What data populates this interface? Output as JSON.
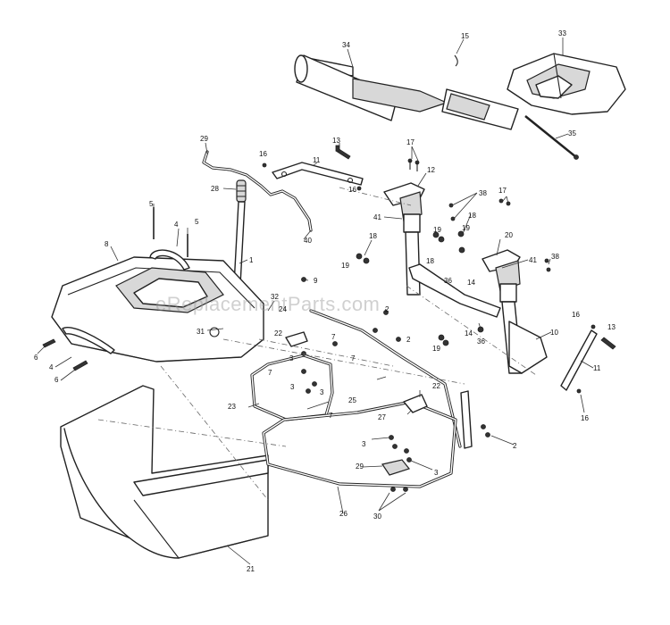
{
  "watermark": "eReplacementParts.com",
  "callouts": [
    {
      "id": "c34",
      "label": "34"
    },
    {
      "id": "c15",
      "label": "15"
    },
    {
      "id": "c33",
      "label": "33"
    },
    {
      "id": "c35",
      "label": "35"
    },
    {
      "id": "c29",
      "label": "29"
    },
    {
      "id": "c13a",
      "label": "13"
    },
    {
      "id": "c16a",
      "label": "16"
    },
    {
      "id": "c11a",
      "label": "11"
    },
    {
      "id": "c16b",
      "label": "16"
    },
    {
      "id": "c17a",
      "label": "17"
    },
    {
      "id": "c12",
      "label": "12"
    },
    {
      "id": "c38a",
      "label": "38"
    },
    {
      "id": "c28",
      "label": "28"
    },
    {
      "id": "c41a",
      "label": "41"
    },
    {
      "id": "c17b",
      "label": "17"
    },
    {
      "id": "c18a",
      "label": "18"
    },
    {
      "id": "c19a",
      "label": "19"
    },
    {
      "id": "c19b",
      "label": "19"
    },
    {
      "id": "c18b",
      "label": "18"
    },
    {
      "id": "c20",
      "label": "20"
    },
    {
      "id": "c40",
      "label": "40"
    },
    {
      "id": "c5a",
      "label": "5"
    },
    {
      "id": "c4a",
      "label": "4"
    },
    {
      "id": "c5b",
      "label": "5"
    },
    {
      "id": "c18c",
      "label": "18"
    },
    {
      "id": "c19c",
      "label": "19"
    },
    {
      "id": "c41b",
      "label": "41"
    },
    {
      "id": "c38b",
      "label": "38"
    },
    {
      "id": "c8",
      "label": "8"
    },
    {
      "id": "c1",
      "label": "1"
    },
    {
      "id": "c9",
      "label": "9"
    },
    {
      "id": "c36a",
      "label": "36"
    },
    {
      "id": "c14a",
      "label": "14"
    },
    {
      "id": "c32",
      "label": "32"
    },
    {
      "id": "c24",
      "label": "24"
    },
    {
      "id": "c2a",
      "label": "2"
    },
    {
      "id": "c31",
      "label": "31"
    },
    {
      "id": "c22a",
      "label": "22"
    },
    {
      "id": "c7a",
      "label": "7"
    },
    {
      "id": "c16c",
      "label": "16"
    },
    {
      "id": "c13b",
      "label": "13"
    },
    {
      "id": "c6a",
      "label": "6"
    },
    {
      "id": "c4b",
      "label": "4"
    },
    {
      "id": "c6b",
      "label": "6"
    },
    {
      "id": "c3a",
      "label": "3"
    },
    {
      "id": "c2b",
      "label": "2"
    },
    {
      "id": "c19d",
      "label": "19"
    },
    {
      "id": "c14b",
      "label": "14"
    },
    {
      "id": "c36b",
      "label": "36"
    },
    {
      "id": "c10",
      "label": "10"
    },
    {
      "id": "c7b",
      "label": "7"
    },
    {
      "id": "c7c",
      "label": "7"
    },
    {
      "id": "c3b",
      "label": "3"
    },
    {
      "id": "c11b",
      "label": "11"
    },
    {
      "id": "c3c",
      "label": "3"
    },
    {
      "id": "c23",
      "label": "23"
    },
    {
      "id": "c7d",
      "label": "7"
    },
    {
      "id": "c25",
      "label": "25"
    },
    {
      "id": "c22b",
      "label": "22"
    },
    {
      "id": "c27",
      "label": "27"
    },
    {
      "id": "c16d",
      "label": "16"
    },
    {
      "id": "c3d",
      "label": "3"
    },
    {
      "id": "c2c",
      "label": "2"
    },
    {
      "id": "c29b",
      "label": "29"
    },
    {
      "id": "c3e",
      "label": "3"
    },
    {
      "id": "c30",
      "label": "30"
    },
    {
      "id": "c26",
      "label": "26"
    },
    {
      "id": "c21",
      "label": "21"
    }
  ]
}
